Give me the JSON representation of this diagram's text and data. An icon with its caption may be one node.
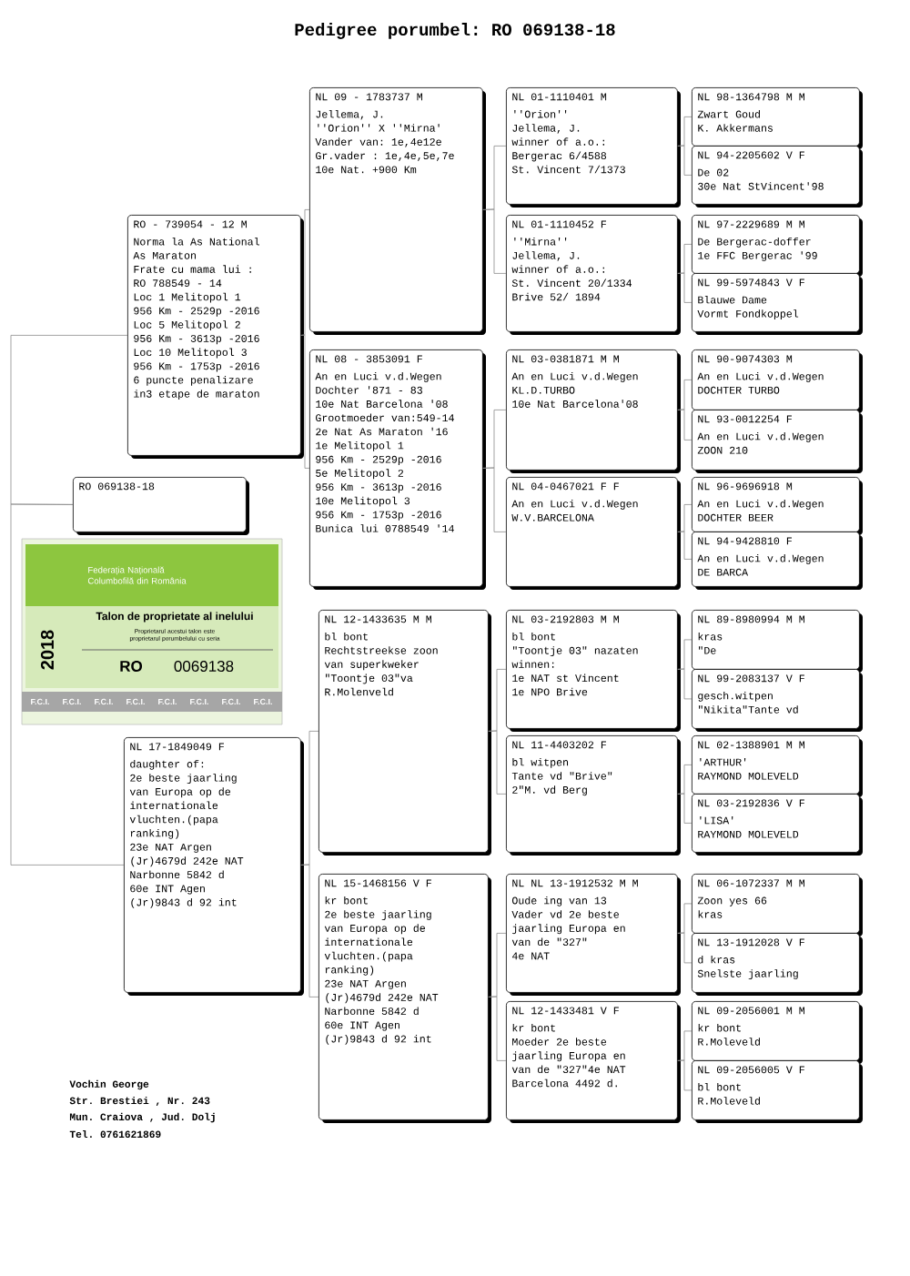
{
  "diagram": {
    "title": "Pedigree porumbel: RO 069138-18",
    "nodes": [
      {
        "text": [
          "RO 069138-18"
        ]
      },
      {
        "text": [
          "RO - 739054 - 12 M",
          "Norma la As National",
          "As Maraton",
          "Frate cu mama lui :",
          "RO 788549 - 14",
          "Loc 1 Melitopol 1",
          "956 Km - 2529p -2016",
          "Loc 5 Melitopol 2",
          "956 Km - 3613p -2016",
          "Loc 10 Melitopol 3",
          "956 Km - 1753p -2016",
          "6 puncte penalizare",
          "in3 etape de maraton"
        ]
      },
      {
        "text": [
          "NL 17-1849049 F",
          "daughter of:",
          "2e beste jaarling",
          "van Europa op de",
          "internationale",
          "vluchten.(papa",
          "ranking)",
          "23e NAT Argen",
          "(Jr)4679d 242e NAT",
          "Narbonne 5842 d",
          "60e INT Agen",
          "(Jr)9843 d 92 int"
        ]
      },
      {
        "text": [
          "NL 09 - 1783737 M",
          "Jellema, J.",
          "''Orion'' X ''Mirna'",
          "Vander van: 1e,4e12e",
          "Gr.vader : 1e,4e,5e,7e",
          "10e Nat. +900 Km"
        ]
      },
      {
        "text": [
          "NL 08 - 3853091 F",
          "An en Luci v.d.Wegen",
          "Dochter '871 - 83",
          "10e Nat Barcelona '08",
          "Grootmoeder van:549-14",
          "2e Nat As Maraton '16",
          "1e Melitopol 1",
          "956 Km - 2529p -2016",
          "5e Melitopol 2",
          "956 Km - 3613p -2016",
          "10e Melitopol 3",
          "956 Km - 1753p -2016",
          "Bunica lui 0788549 '14"
        ]
      },
      {
        "text": [
          "NL 12-1433635 M M",
          "bl bont",
          "Rechtstreekse zoon",
          "van superkweker",
          "\"Toontje 03\"va",
          "R.Molenveld"
        ]
      },
      {
        "text": [
          "NL 15-1468156 V F",
          "kr bont",
          "2e beste jaarling",
          "van Europa op de",
          "internationale",
          "vluchten.(papa",
          "ranking)",
          "23e NAT Argen",
          "(Jr)4679d 242e NAT",
          "Narbonne 5842 d",
          "60e INT Agen",
          "(Jr)9843 d 92 int"
        ]
      },
      {
        "text": [
          "NL 01-1110401 M",
          "''Orion''",
          "Jellema, J.",
          "winner of a.o.:",
          "Bergerac 6/4588",
          "St. Vincent 7/1373"
        ]
      },
      {
        "text": [
          "NL 01-1110452 F",
          "''Mirna''",
          "Jellema, J.",
          "winner of a.o.:",
          "St. Vincent 20/1334",
          "Brive 52/ 1894"
        ]
      },
      {
        "text": [
          "NL 03-0381871 M M",
          "An en Luci v.d.Wegen",
          "KL.D.TURBO",
          "10e Nat Barcelona'08"
        ]
      },
      {
        "text": [
          "NL 04-0467021 F F",
          "An en Luci v.d.Wegen",
          "W.V.BARCELONA"
        ]
      },
      {
        "text": [
          "NL 03-2192803 M M",
          "bl bont",
          "\"Toontje 03\" nazaten",
          "winnen:",
          "1e NAT st Vincent",
          "1e NPO Brive"
        ]
      },
      {
        "text": [
          "NL 11-4403202 F",
          "bl witpen",
          "Tante vd \"Brive\"",
          "2\"M. vd Berg"
        ]
      },
      {
        "text": [
          "NL NL 13-1912532 M M",
          "Oude ing van 13",
          "Vader vd 2e beste",
          "jaarling Europa en",
          "van de \"327\"",
          "4e NAT"
        ]
      },
      {
        "text": [
          "NL 12-1433481 V F",
          "kr bont",
          "Moeder 2e beste",
          "jaarling Europa en",
          "van de \"327\"4e NAT",
          "Barcelona 4492 d."
        ]
      },
      {
        "text": [
          "NL 98-1364798 M M",
          "Zwart Goud",
          "K. Akkermans"
        ]
      },
      {
        "text": [
          "NL 94-2205602 V F",
          "De 02",
          "30e Nat StVincent'98"
        ]
      },
      {
        "text": [
          "NL 97-2229689 M M",
          "De Bergerac-doffer",
          "1e FFC Bergerac '99"
        ]
      },
      {
        "text": [
          "NL 99-5974843 V F",
          "Blauwe Dame",
          "Vormt Fondkoppel"
        ]
      },
      {
        "text": [
          "NL 90-9074303 M",
          "An en Luci v.d.Wegen",
          "DOCHTER TURBO"
        ]
      },
      {
        "text": [
          "NL 93-0012254 F",
          "An en Luci v.d.Wegen",
          "ZOON 210"
        ]
      },
      {
        "text": [
          "NL 96-9696918 M",
          "An en Luci v.d.Wegen",
          "DOCHTER BEER"
        ]
      },
      {
        "text": [
          "NL 94-9428810 F",
          "An en Luci v.d.Wegen",
          "DE BARCA"
        ]
      },
      {
        "text": [
          "NL 89-8980994 M M",
          "kras",
          "\"De"
        ]
      },
      {
        "text": [
          "NL 99-2083137 V F",
          "gesch.witpen",
          "\"Nikita\"Tante vd"
        ]
      },
      {
        "text": [
          "NL 02-1388901 M M",
          "'ARTHUR'",
          "RAYMOND MOLEVELD"
        ]
      },
      {
        "text": [
          "NL 03-2192836 V F",
          "'LISA'",
          "RAYMOND MOLEVELD"
        ]
      },
      {
        "text": [
          "NL 06-1072337 M M",
          "Zoon yes 66",
          "kras"
        ]
      },
      {
        "text": [
          "NL 13-1912028 V F",
          "d kras",
          "Snelste jaarling"
        ]
      },
      {
        "text": [
          "NL 09-2056001 M M",
          "kr bont",
          "R.Moleveld"
        ]
      },
      {
        "text": [
          "NL 09-2056005 V F",
          "bl bont",
          "R.Moleveld"
        ]
      }
    ],
    "edges": [
      {
        "from": 0,
        "to": 1,
        "arrow": "none"
      },
      {
        "from": 0,
        "to": 2,
        "arrow": "none"
      },
      {
        "from": 1,
        "to": 3,
        "arrow": "none"
      },
      {
        "from": 1,
        "to": 4,
        "arrow": "none"
      },
      {
        "from": 2,
        "to": 5,
        "arrow": "none"
      },
      {
        "from": 2,
        "to": 6,
        "arrow": "none"
      },
      {
        "from": 3,
        "to": 7,
        "arrow": "none"
      },
      {
        "from": 3,
        "to": 8,
        "arrow": "none"
      },
      {
        "from": 4,
        "to": 9,
        "arrow": "none"
      },
      {
        "from": 4,
        "to": 10,
        "arrow": "none"
      },
      {
        "from": 5,
        "to": 11,
        "arrow": "none"
      },
      {
        "from": 5,
        "to": 12,
        "arrow": "none"
      },
      {
        "from": 6,
        "to": 13,
        "arrow": "none"
      },
      {
        "from": 6,
        "to": 14,
        "arrow": "none"
      },
      {
        "from": 7,
        "to": 15,
        "arrow": "none"
      },
      {
        "from": 7,
        "to": 16,
        "arrow": "none"
      },
      {
        "from": 8,
        "to": 17,
        "arrow": "none"
      },
      {
        "from": 8,
        "to": 18,
        "arrow": "none"
      },
      {
        "from": 9,
        "to": 19,
        "arrow": "none"
      },
      {
        "from": 9,
        "to": 20,
        "arrow": "none"
      },
      {
        "from": 10,
        "to": 21,
        "arrow": "none"
      },
      {
        "from": 10,
        "to": 22,
        "arrow": "none"
      },
      {
        "from": 11,
        "to": 23,
        "arrow": "none"
      },
      {
        "from": 11,
        "to": 24,
        "arrow": "none"
      },
      {
        "from": 12,
        "to": 25,
        "arrow": "none"
      },
      {
        "from": 12,
        "to": 26,
        "arrow": "none"
      },
      {
        "from": 13,
        "to": 27,
        "arrow": "none"
      },
      {
        "from": 13,
        "to": 28,
        "arrow": "none"
      },
      {
        "from": 14,
        "to": 29,
        "arrow": "none"
      },
      {
        "from": 14,
        "to": 30,
        "arrow": "none"
      }
    ],
    "labels": [
      "Federația Națională Columbofilă din România",
      "Talon de proprietate al inelului",
      "Proprietarul acestui talon este proprietarul porumbelului cu seria",
      "2018",
      "RO",
      "0069138",
      "F.C.I.",
      "F.C.I.",
      "F.C.I.",
      "F.C.I.",
      "F.C.I.",
      "F.C.I.",
      "F.C.I.",
      "F.C.I.",
      "Vochin George",
      "Str. Brestiei , Nr. 243",
      "Mun. Craiova , Jud. Dolj",
      "Tel. 0761621869"
    ]
  }
}
